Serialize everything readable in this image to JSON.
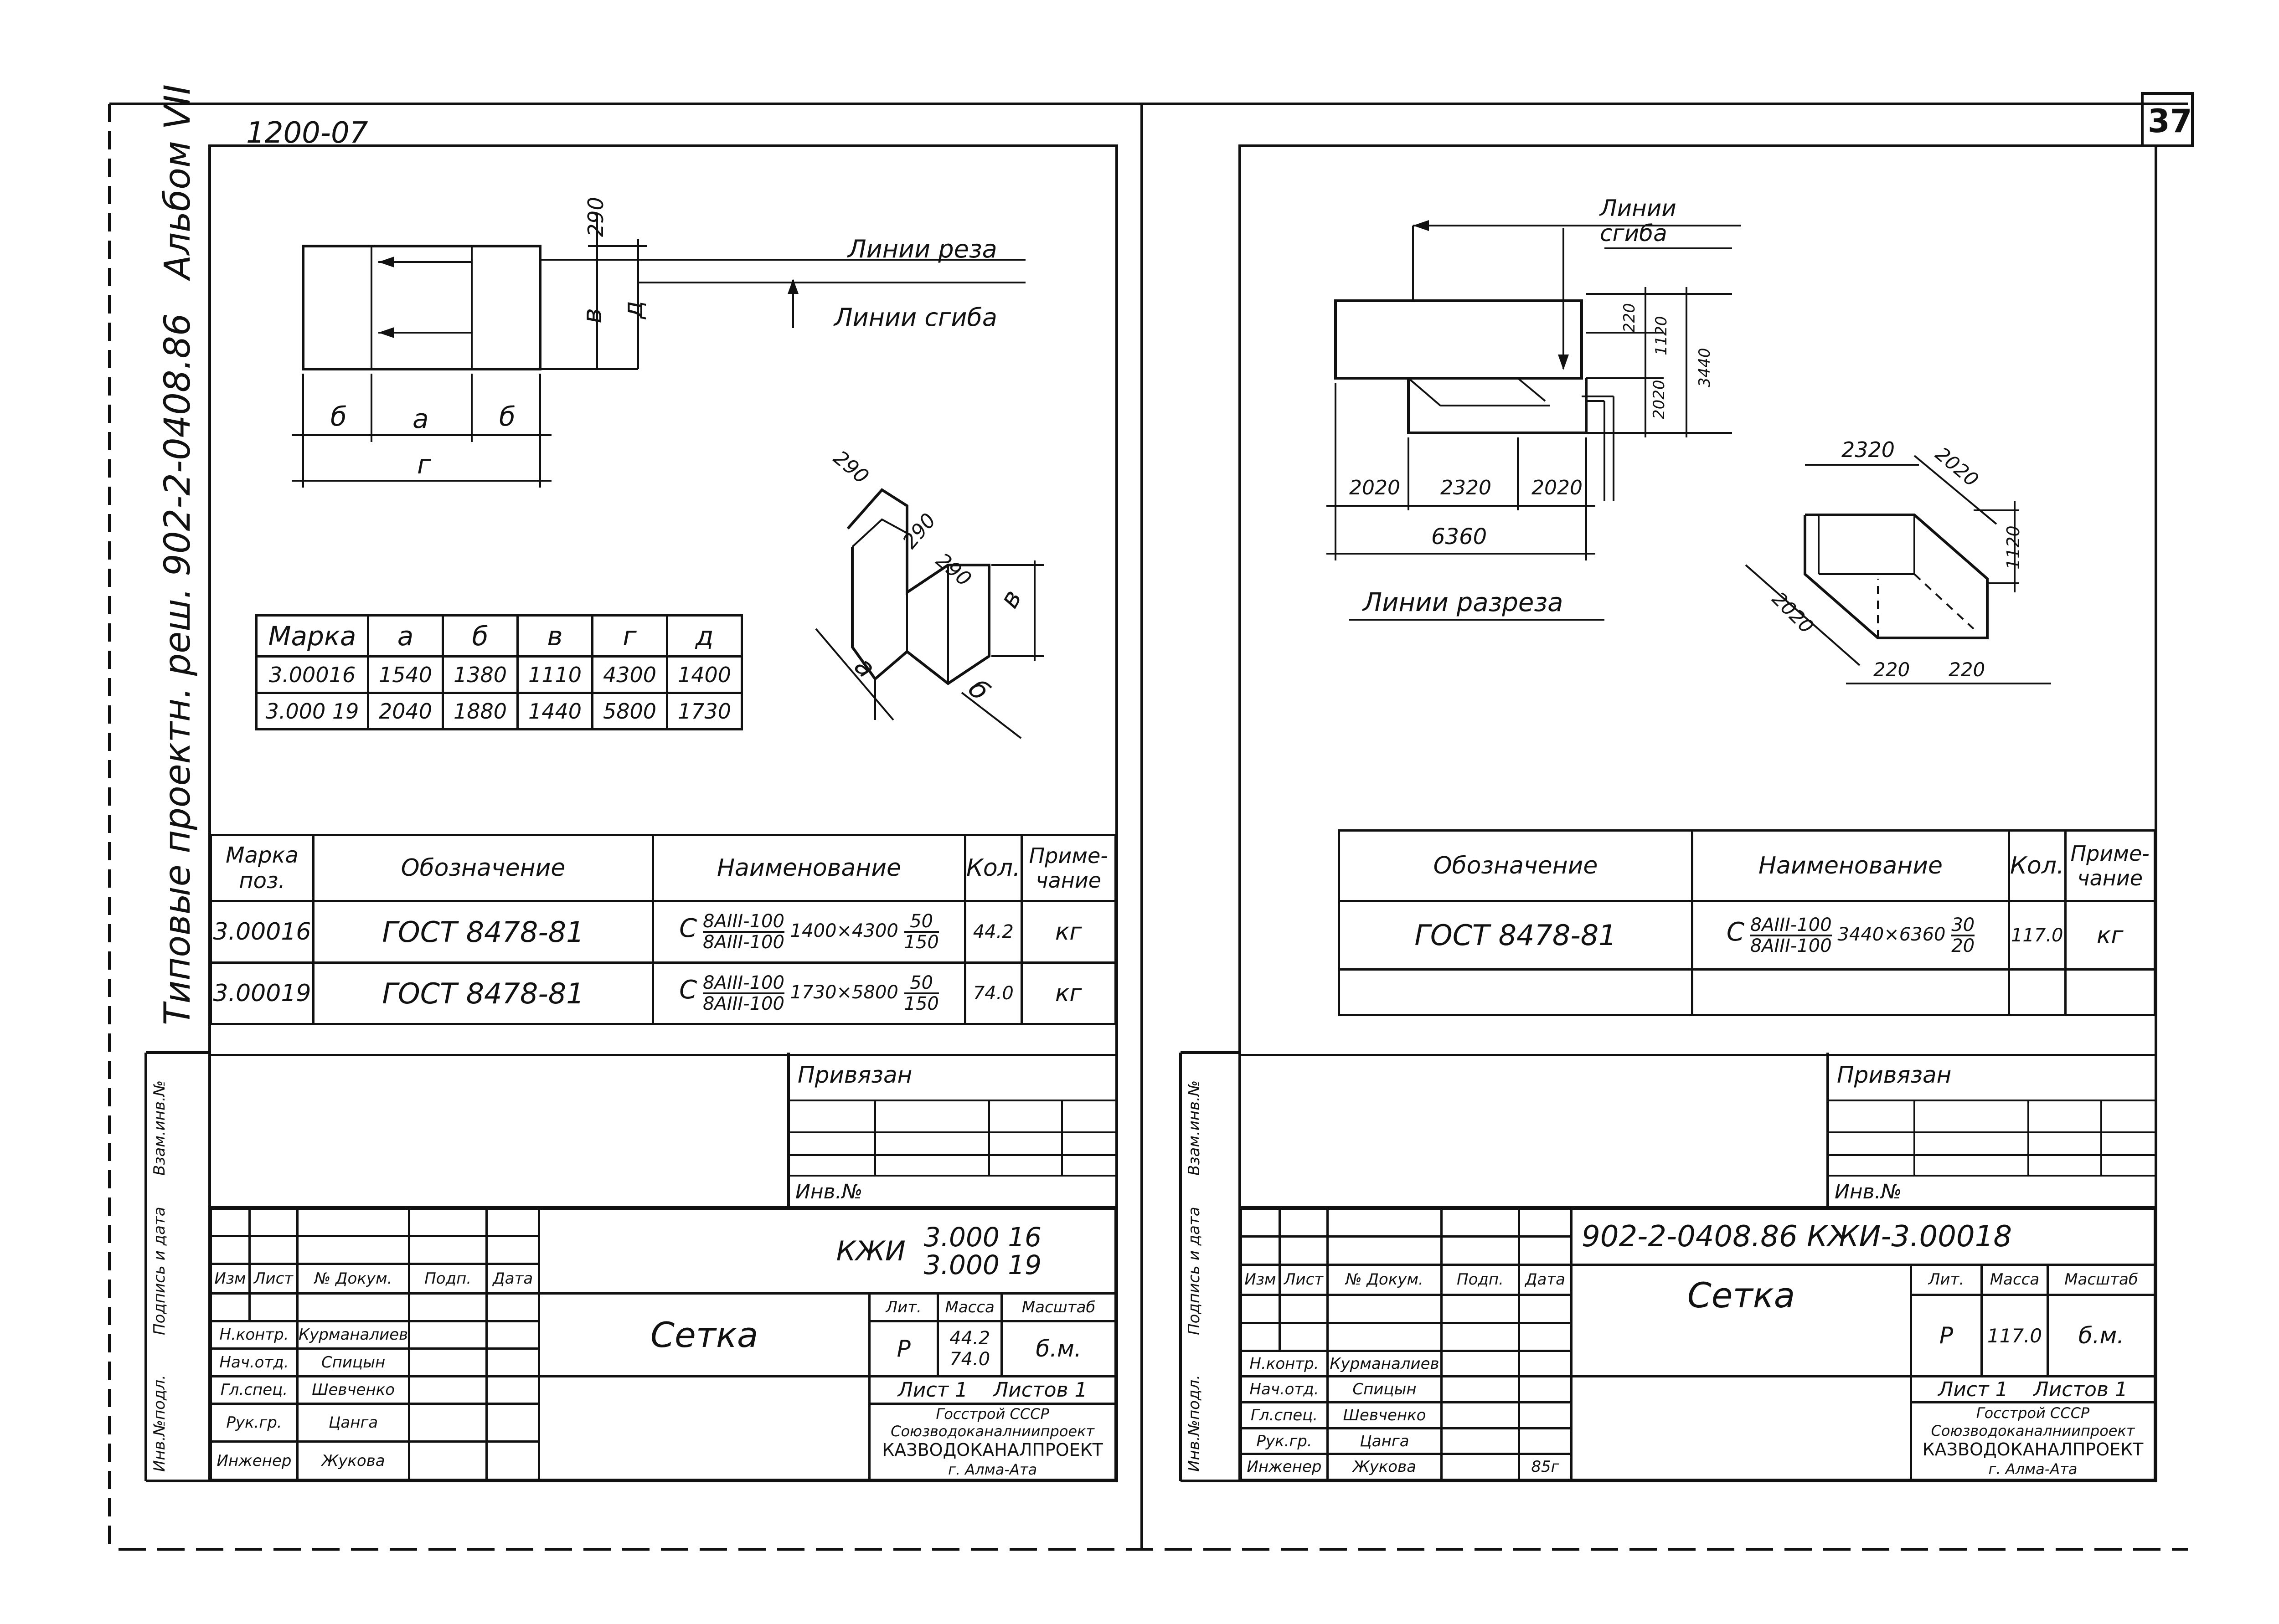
{
  "page_number": "37",
  "left": {
    "corner_code": "1200-07",
    "side_title": "Типовые проектн. реш. 902-2-0408.86",
    "album": "Альбом VII",
    "cut_line_label": "Линии реза",
    "bend_line_label": "Линии сгиба",
    "dims": {
      "d290": "290",
      "v": "в",
      "d": "д",
      "b": "б",
      "a": "а",
      "g": "г"
    },
    "iso_dims": {
      "d290a": "290",
      "d290b": "290",
      "d290c": "290",
      "v": "в",
      "a": "а",
      "b": "б"
    },
    "mark_table": {
      "headers": [
        "Марка",
        "а",
        "б",
        "в",
        "г",
        "д"
      ],
      "rows": [
        [
          "3.00016",
          "1540",
          "1380",
          "1110",
          "4300",
          "1400"
        ],
        [
          "3.000 19",
          "2040",
          "1880",
          "1440",
          "5800",
          "1730"
        ]
      ]
    },
    "spec": {
      "headers": [
        "Марка поз.",
        "Обозначение",
        "Наименование",
        "Кол.",
        "Приме-чание"
      ],
      "rows": [
        {
          "pos": "3.00016",
          "designation": "ГОСТ 8478-81",
          "c": "С",
          "num": "8AIII-100",
          "den": "8AIII-100",
          "size": "1400×4300",
          "fnum": "50",
          "fden": "150",
          "qty": "44.2",
          "note": "кг"
        },
        {
          "pos": "3.00019",
          "designation": "ГОСТ 8478-81",
          "c": "С",
          "num": "8AIII-100",
          "den": "8AIII-100",
          "size": "1730×5800",
          "fnum": "50",
          "fden": "150",
          "qty": "74.0",
          "note": "кг"
        }
      ]
    },
    "stamp": {
      "privyazan": "Привязан",
      "inv_no": "Инв.№",
      "vzam": "Взам.инв.№",
      "podp_data": "Подпись и дата",
      "inv_podl": "Инв.№подл.",
      "code_prefix": "КЖИ",
      "code1": "3.000 16",
      "code2": "3.000 19",
      "title": "Сетка",
      "cols": [
        "Изм",
        "Лист",
        "№ Докум.",
        "Подп.",
        "Дата"
      ],
      "roles": [
        "Н.контр.",
        "Нач.отд.",
        "Гл.спец.",
        "Рук.гр.",
        "Инженер"
      ],
      "names": [
        "Курманалиев",
        "Спицын",
        "Шевченко",
        "Цанга",
        "Жукова"
      ],
      "lit_h": "Лит.",
      "mass_h": "Масса",
      "scale_h": "Масштаб",
      "lit": "Р",
      "mass1": "44.2",
      "mass2": "74.0",
      "scale": "б.м.",
      "sheet": "Лист 1",
      "sheets": "Листов 1",
      "org1": "Госстрой СССР",
      "org2": "Союзводоканалниипроект",
      "org3": "КАЗВОДОКАНАЛПРОЕКТ",
      "org4": "г. Алма-Ата"
    }
  },
  "right": {
    "bend_line_label": "Линии сгиба",
    "cut_line_label": "Линии разреза",
    "dims": {
      "a": "2020",
      "b": "2320",
      "c": "2020",
      "total": "6360",
      "r1": "220",
      "r2": "1120",
      "r3": "2020",
      "r4": "3440"
    },
    "iso_dims": {
      "top": "2320",
      "diag": "2020",
      "h": "1120",
      "left": "2020",
      "b1": "220",
      "b2": "220"
    },
    "spec": {
      "headers": [
        "Обозначение",
        "Наименование",
        "Кол.",
        "Приме-чание"
      ],
      "row": {
        "designation": "ГОСТ 8478-81",
        "c": "С",
        "num": "8AIII-100",
        "den": "8AIII-100",
        "size": "3440×6360",
        "fnum": "30",
        "fden": "20",
        "qty": "117.0",
        "note": "кг"
      }
    },
    "stamp": {
      "privyazan": "Привязан",
      "inv_no": "Инв.№",
      "vzam": "Взам.инв.№",
      "podp_data": "Подпись и дата",
      "inv_podl": "Инв.№подл.",
      "code": "902-2-0408.86  КЖИ-3.00018",
      "title": "Сетка",
      "cols": [
        "Изм",
        "Лист",
        "№ Докум.",
        "Подп.",
        "Дата"
      ],
      "roles": [
        "Н.контр.",
        "Нач.отд.",
        "Гл.спец.",
        "Рук.гр.",
        "Инженер"
      ],
      "names": [
        "Курманалиев",
        "Спицын",
        "Шевченко",
        "Цанга",
        "Жукова"
      ],
      "date_extra": "85г",
      "lit_h": "Лит.",
      "mass_h": "Масса",
      "scale_h": "Масштаб",
      "lit": "Р",
      "mass": "117.0",
      "scale": "б.м.",
      "sheet": "Лист 1",
      "sheets": "Листов 1",
      "org1": "Госстрой СССР",
      "org2": "Союзводоканалниипроект",
      "org3": "КАЗВОДОКАНАЛПРОЕКТ",
      "org4": "г. Алма-Ата"
    }
  }
}
